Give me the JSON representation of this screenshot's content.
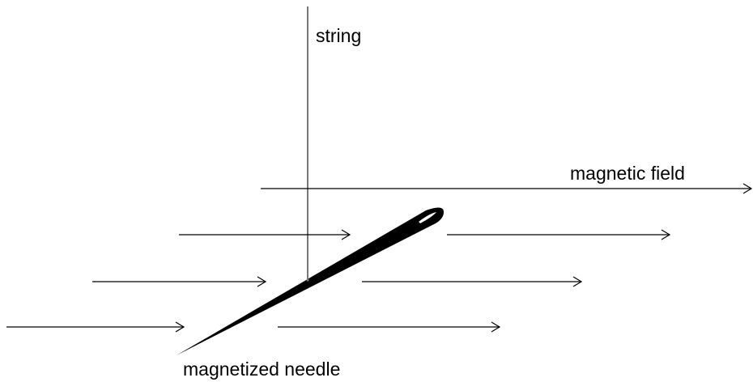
{
  "labels": {
    "string": "string",
    "field": "magnetic field",
    "needle": "magnetized needle"
  },
  "colors": {
    "ink": "#000000",
    "string": "#555555",
    "background": "#ffffff"
  }
}
